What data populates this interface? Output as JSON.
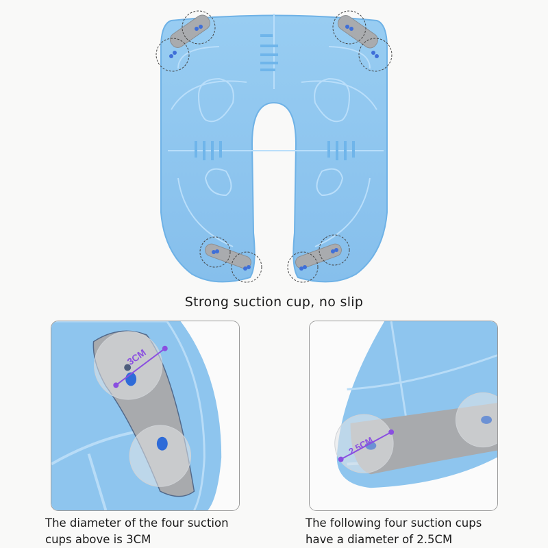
{
  "header": {
    "caption": "Strong suction cup, no slip"
  },
  "product_image": {
    "name": "foldable toilet seat with suction cups",
    "color": "#8ec5ee",
    "suction_cup_count": 8
  },
  "panels": [
    {
      "id": "left",
      "measurement_label": "3CM",
      "caption_line1": "The diameter of the four suction",
      "caption_line2": "cups above is 3CM"
    },
    {
      "id": "right",
      "measurement_label": "2.5CM",
      "caption_line1": "The following four suction cups",
      "caption_line2": "have a diameter of 2.5CM"
    }
  ],
  "colors": {
    "background": "#f9f9f8",
    "seat_blue": "#8ec5ee",
    "seat_edge": "#6fb2e6",
    "measure_purple": "#8a4fe0",
    "pad_gray": "#a9abae",
    "panel_border": "#9a9a9a",
    "text": "#1a1a1a"
  }
}
